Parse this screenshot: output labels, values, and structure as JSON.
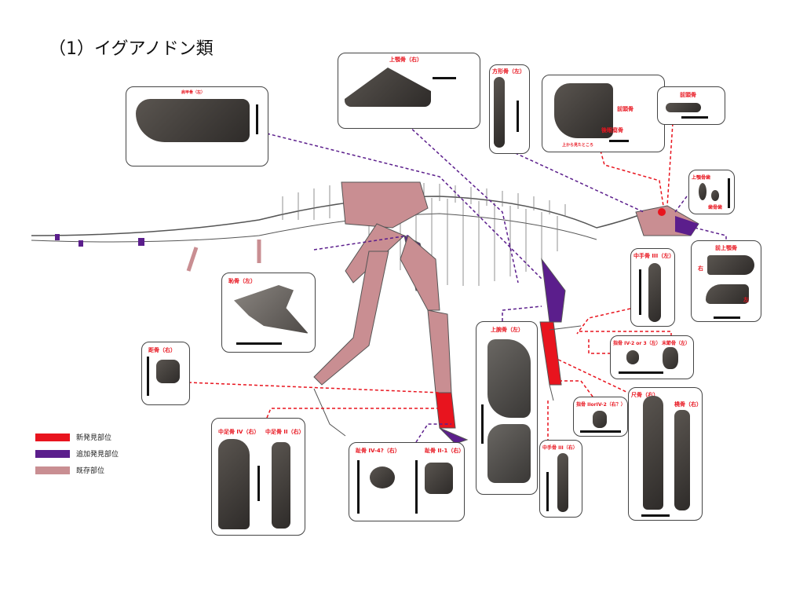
{
  "title": "（1）イグアノドン類",
  "colors": {
    "new": "#e8141e",
    "added": "#5b1e8c",
    "existing": "#c98e92"
  },
  "legend": [
    {
      "label": "新発見部位",
      "color": "#e8141e"
    },
    {
      "label": "追加発見部位",
      "color": "#5b1e8c"
    },
    {
      "label": "既存部位",
      "color": "#c98e92"
    }
  ],
  "labels": {
    "scapula": "肩甲骨（左）",
    "maxilla": "上顎骨（右）",
    "quadrate": "方形骨（左）",
    "frontal_a": "前頭骨",
    "postorbital": "後眼窩骨",
    "top_view": "上から見たところ",
    "frontal_b": "前頭骨",
    "maxillary_tooth": "上顎骨歯",
    "dentary_tooth": "歯骨歯",
    "premaxilla": "前上顎骨",
    "right": "右",
    "left": "左",
    "mc3_left": "中手骨 III（左）",
    "phalanx_iv": "指骨 IV-2 or 3（左）",
    "ungual": "末節骨（左）",
    "ulna": "尺骨（右）",
    "radius": "橈骨（右）",
    "phalanx_ii_iv": "指骨 IIorIV-2（右？）",
    "mc3_right": "中手骨 III（右）",
    "humerus": "上腕骨（左）",
    "toe_iv": "趾骨 IV-4?（右）",
    "toe_ii": "趾骨 II-1（右）",
    "mt4": "中足骨 IV（右）",
    "mt2": "中足骨 II（右）",
    "pubis": "恥骨（左）",
    "astragalus": "距骨（右）"
  }
}
